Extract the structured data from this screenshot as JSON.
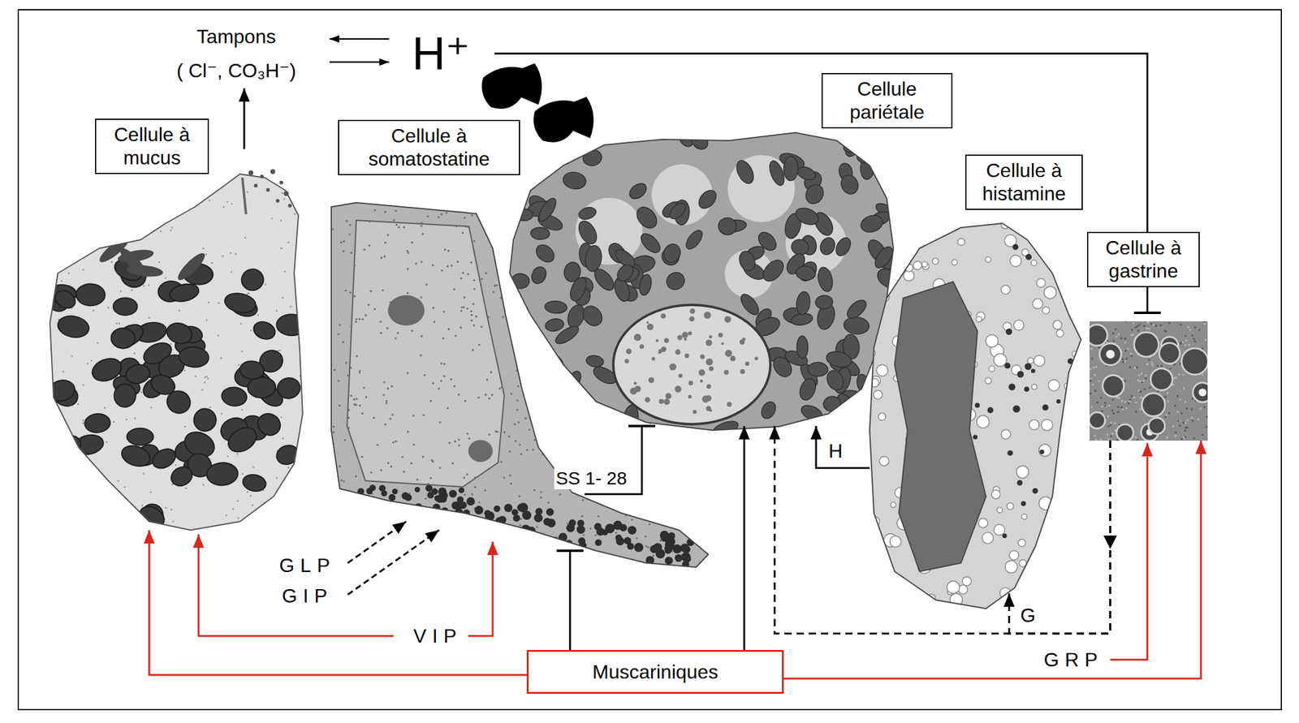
{
  "diagram": {
    "nodes": [
      {
        "text": [
          "Cellule à mucus"
        ]
      },
      {
        "text": [
          "Cellule à somatostatine"
        ]
      },
      {
        "text": [
          "Cellule pariétale"
        ]
      },
      {
        "text": [
          "Cellule à histamine"
        ]
      },
      {
        "text": [
          "Cellule à gastrine"
        ]
      },
      {
        "text": [
          "Muscariniques"
        ]
      }
    ],
    "edges": [
      {
        "from": 5,
        "to": 0,
        "arrow": "to"
      },
      {
        "from": 5,
        "to": 1,
        "arrow": "to"
      },
      {
        "from": 5,
        "to": 2,
        "arrow": "to"
      },
      {
        "from": 5,
        "to": 4,
        "arrow": "to"
      },
      {
        "from": 3,
        "to": 2,
        "label": "H",
        "arrow": "to"
      },
      {
        "from": 4,
        "to": 2,
        "arrow": "to"
      },
      {
        "from": 4,
        "to": 3,
        "label": "G",
        "arrow": "to"
      },
      {
        "from": 1,
        "to": 2,
        "label": "SS 1- 28",
        "arrow": "to"
      }
    ],
    "labels": [
      "Tampons",
      "( Cl⁻, CO₃H⁻)",
      "H⁺",
      "GLP",
      "GIP",
      "VIP",
      "GRP"
    ]
  }
}
